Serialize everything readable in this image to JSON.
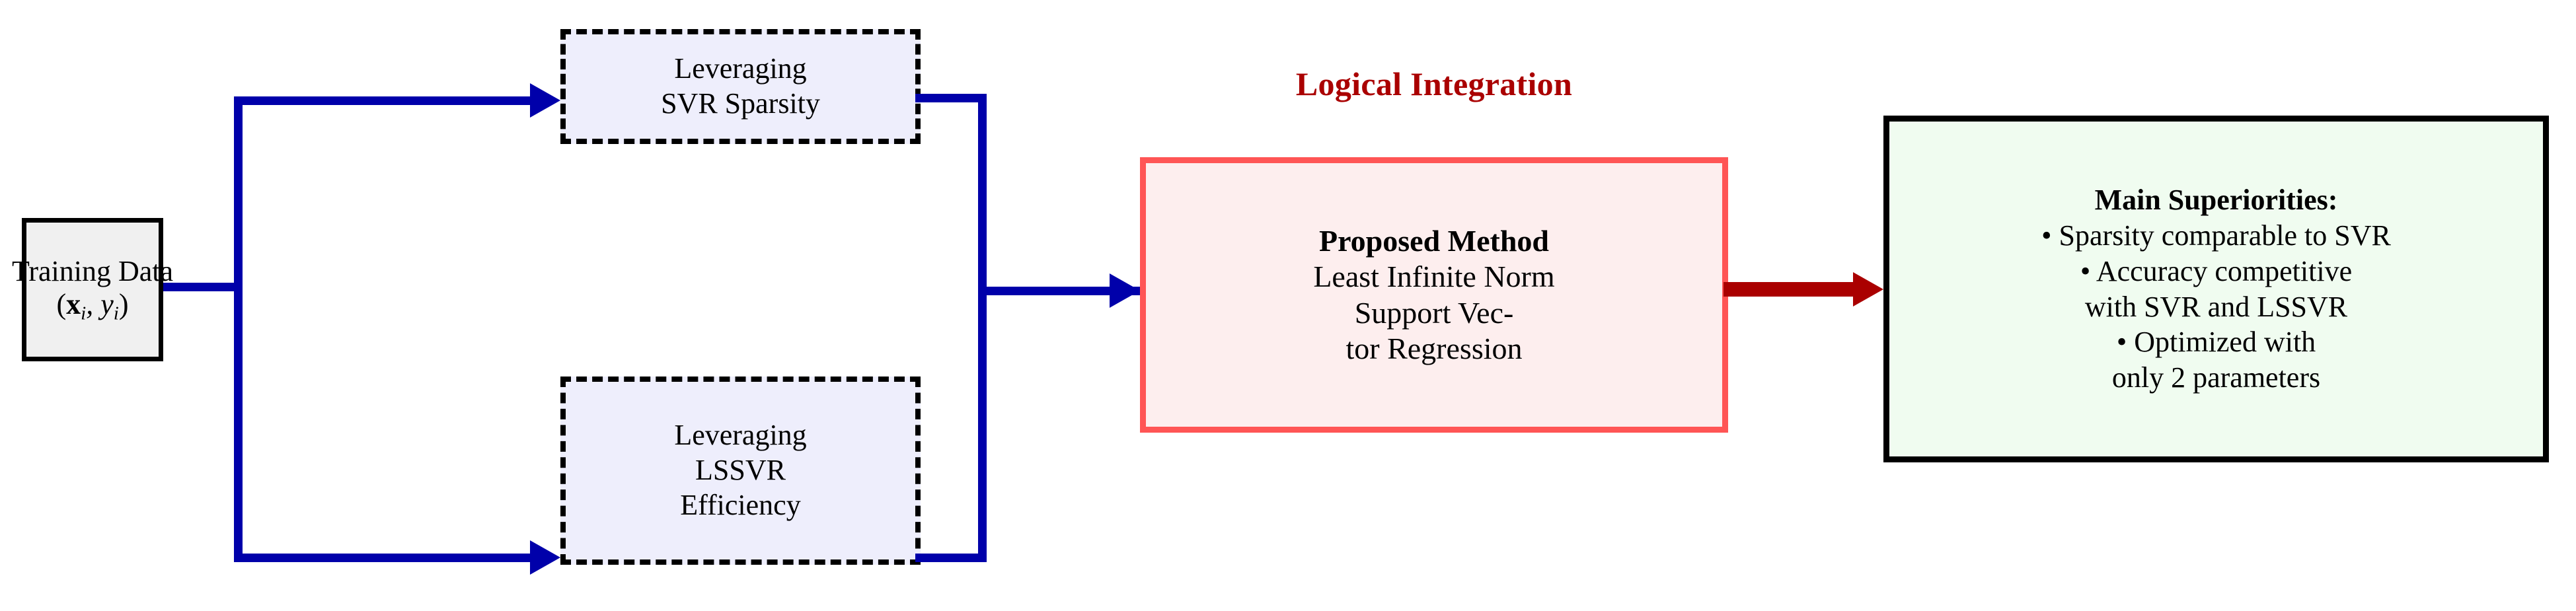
{
  "diagram": {
    "title_caption": "Logical Integration",
    "accent_colors": {
      "flow_blue": "#0000aa",
      "flow_red": "#aa0000",
      "proposed_border": "#ff5555",
      "proposed_fill": "#fdeeee",
      "leverage_fill": "#eeeefc",
      "training_fill": "#f0f0f0",
      "superiority_fill": "#f0fcf0"
    },
    "training": {
      "label_line1": "Training Data",
      "label_line2_open": "(",
      "label_line2_x": "x",
      "label_line2_xsub": "i",
      "label_line2_comma": ", ",
      "label_line2_y": "y",
      "label_line2_ysub": "i",
      "label_line2_close": ")"
    },
    "leverage_svr": {
      "line1": "Leveraging",
      "line2": "SVR Sparsity"
    },
    "leverage_lssvr": {
      "line1": "Leveraging",
      "line2": "LSSVR",
      "line3": "Efficiency"
    },
    "proposed": {
      "heading": "Proposed Method",
      "line1": "Least Infinite Norm",
      "line2": "Support Vec-",
      "line3": "tor Regression"
    },
    "superiorities": {
      "heading": "Main Superiorities:",
      "bullets": [
        {
          "line1": "• Sparsity comparable to SVR"
        },
        {
          "line1": "• Accuracy competitive",
          "line2": "with SVR and LSSVR"
        },
        {
          "line1": "• Optimized with",
          "line2": "only 2 parameters"
        }
      ]
    }
  }
}
